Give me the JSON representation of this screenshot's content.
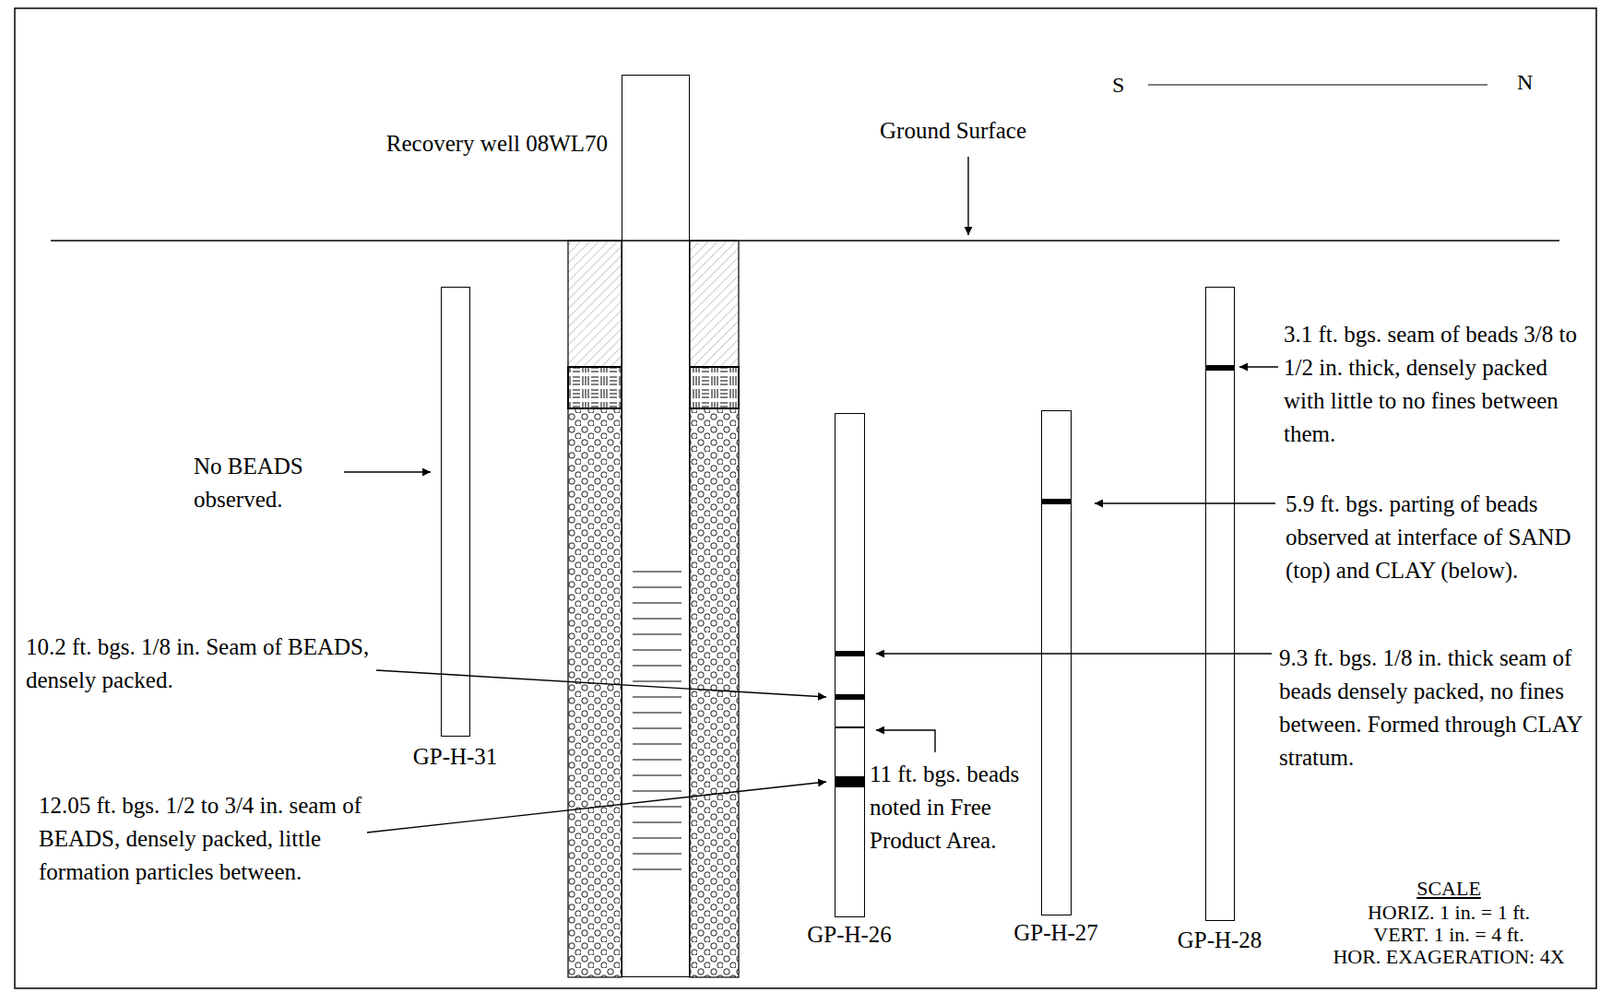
{
  "diagram": {
    "nodes": [
      {
        "text": [
          "Recovery well 08WL70"
        ]
      },
      {
        "text": [
          "GP-H-31"
        ]
      },
      {
        "text": [
          "GP-H-26"
        ]
      },
      {
        "text": [
          "GP-H-27"
        ]
      },
      {
        "text": [
          "GP-H-28"
        ]
      }
    ],
    "labels": [
      "S",
      "N",
      "Ground Surface",
      "No BEADS observed.",
      "10.2 ft. bgs. 1/8 in. Seam of BEADS, densely packed.",
      "12.05 ft. bgs. 1/2 to 3/4 in. seam of BEADS, densely packed, little formation particles between.",
      "3.1 ft. bgs. seam of beads 3/8 to 1/2 in. thick, densely packed with little to no fines between them.",
      "5.9 ft. bgs. parting of beads observed at interface of SAND (top) and CLAY (below).",
      "9.3 ft. bgs. 1/8 in. thick seam of beads densely packed, no fines between. Formed through CLAY stratum.",
      "11 ft. bgs. beads noted in Free Product Area.",
      "SCALE",
      "HORIZ. 1 in. = 1 ft.",
      "VERT. 1 in. = 4 ft.",
      "HOR. EXAGERATION: 4X"
    ]
  }
}
